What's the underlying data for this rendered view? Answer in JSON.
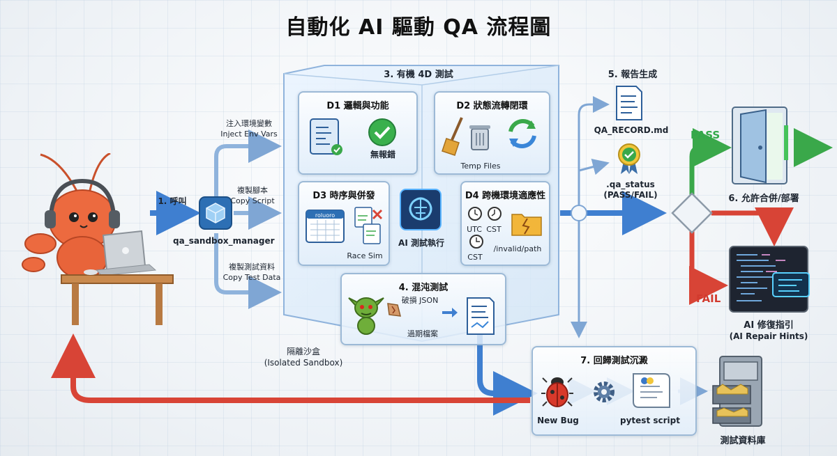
{
  "title": "自動化 AI 驅動 QA 流程圖",
  "steps": {
    "call": "1. 呼叫",
    "sandbox_manager": "qa_sandbox_manager",
    "inject_zh": "注入環境變數",
    "inject_en": "Inject Env Vars",
    "copy_script_zh": "複製腳本",
    "copy_script_en": "Copy Script",
    "copy_data_zh": "複製測試資料",
    "copy_data_en": "Copy Test Data",
    "organic_test": "3. 有機 4D 測試",
    "d1_title": "D1 邏輯與功能",
    "d1_no_error": "無報錯",
    "d2_title": "D2 狀態流轉閉環",
    "d2_temp_files": "Temp Files",
    "d3_title": "D3 時序與併發",
    "d3_race_sim": "Race Sim",
    "d3_calendar_text": "roluoro",
    "d4_title": "D4 跨機環境適應性",
    "d4_utc": "UTC",
    "d4_cst": "CST",
    "d4_cst2": "CST",
    "d4_invalid_path": "/invalid/path",
    "ai_exec": "AI 測試執行",
    "chaos_test": "4. 混沌測試",
    "chaos_bad_json": "破損 JSON",
    "chaos_expired": "過期檔案",
    "sandbox_zh": "隔離沙盒",
    "sandbox_en": "(Isolated Sandbox)",
    "report_gen": "5. 報告生成",
    "qa_record": "QA_RECORD.md",
    "qa_status": ".qa_status",
    "qa_status_vals": "(PASS/FAIL)",
    "pass": "PASS",
    "fail": "FAIL",
    "deploy": "6. 允許合併/部署",
    "repair_zh": "AI 修復指引",
    "repair_en": "(AI Repair Hints)",
    "regression": "7. 回歸測試沉澱",
    "new_bug": "New Bug",
    "pytest_script": "pytest script",
    "test_db": "測試資料庫"
  },
  "colors": {
    "flow_blue": "#3f7fd0",
    "flow_light": "#8fb3dc",
    "pass_green": "#3aa84a",
    "fail_red": "#d84436",
    "panel_border": "#9cb9d6"
  },
  "icons": [
    "lobster-mascot-icon",
    "cube-icon",
    "document-icon",
    "check-icon",
    "broom-icon",
    "trash-icon",
    "cycle-arrows-icon",
    "calendar-icon",
    "brain-chip-icon",
    "clock-icon",
    "folder-broken-icon",
    "goblin-icon",
    "report-doc-icon",
    "award-badge-icon",
    "decision-diamond-icon",
    "door-icon",
    "code-screen-icon",
    "bug-icon",
    "gear-icon",
    "script-icon",
    "file-cabinet-icon"
  ]
}
